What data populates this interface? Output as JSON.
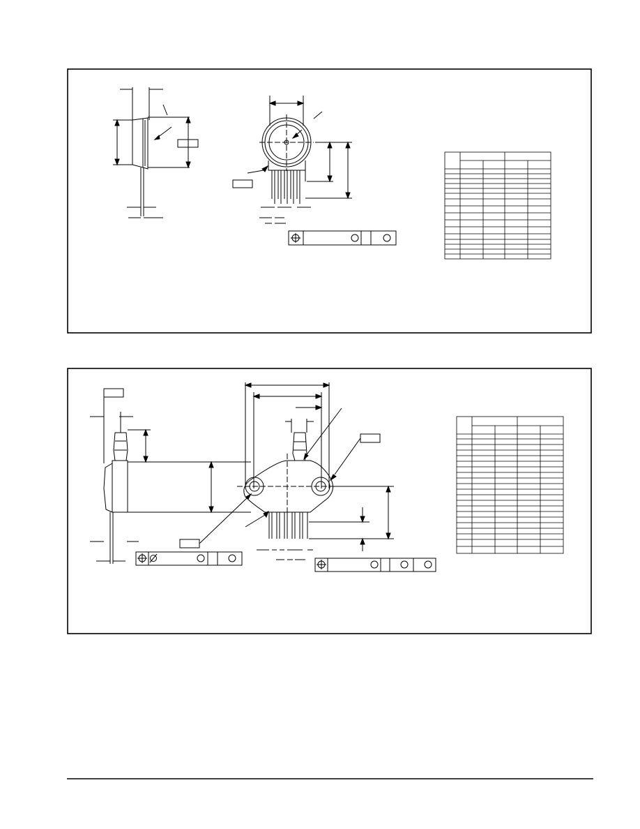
{
  "page": {
    "background": "#ffffff",
    "ink": "#000000"
  },
  "panels": [
    {
      "name": "package-drawing-top",
      "blank_dimensions": true
    },
    {
      "name": "package-drawing-bottom",
      "blank_dimensions": true
    }
  ],
  "tables": {
    "top": {
      "header_rows": 2,
      "body_rows": 17,
      "columns": 5
    },
    "bottom": {
      "header_rows": 2,
      "body_rows": 19,
      "columns": 5
    }
  },
  "footer": {
    "rule": true
  }
}
